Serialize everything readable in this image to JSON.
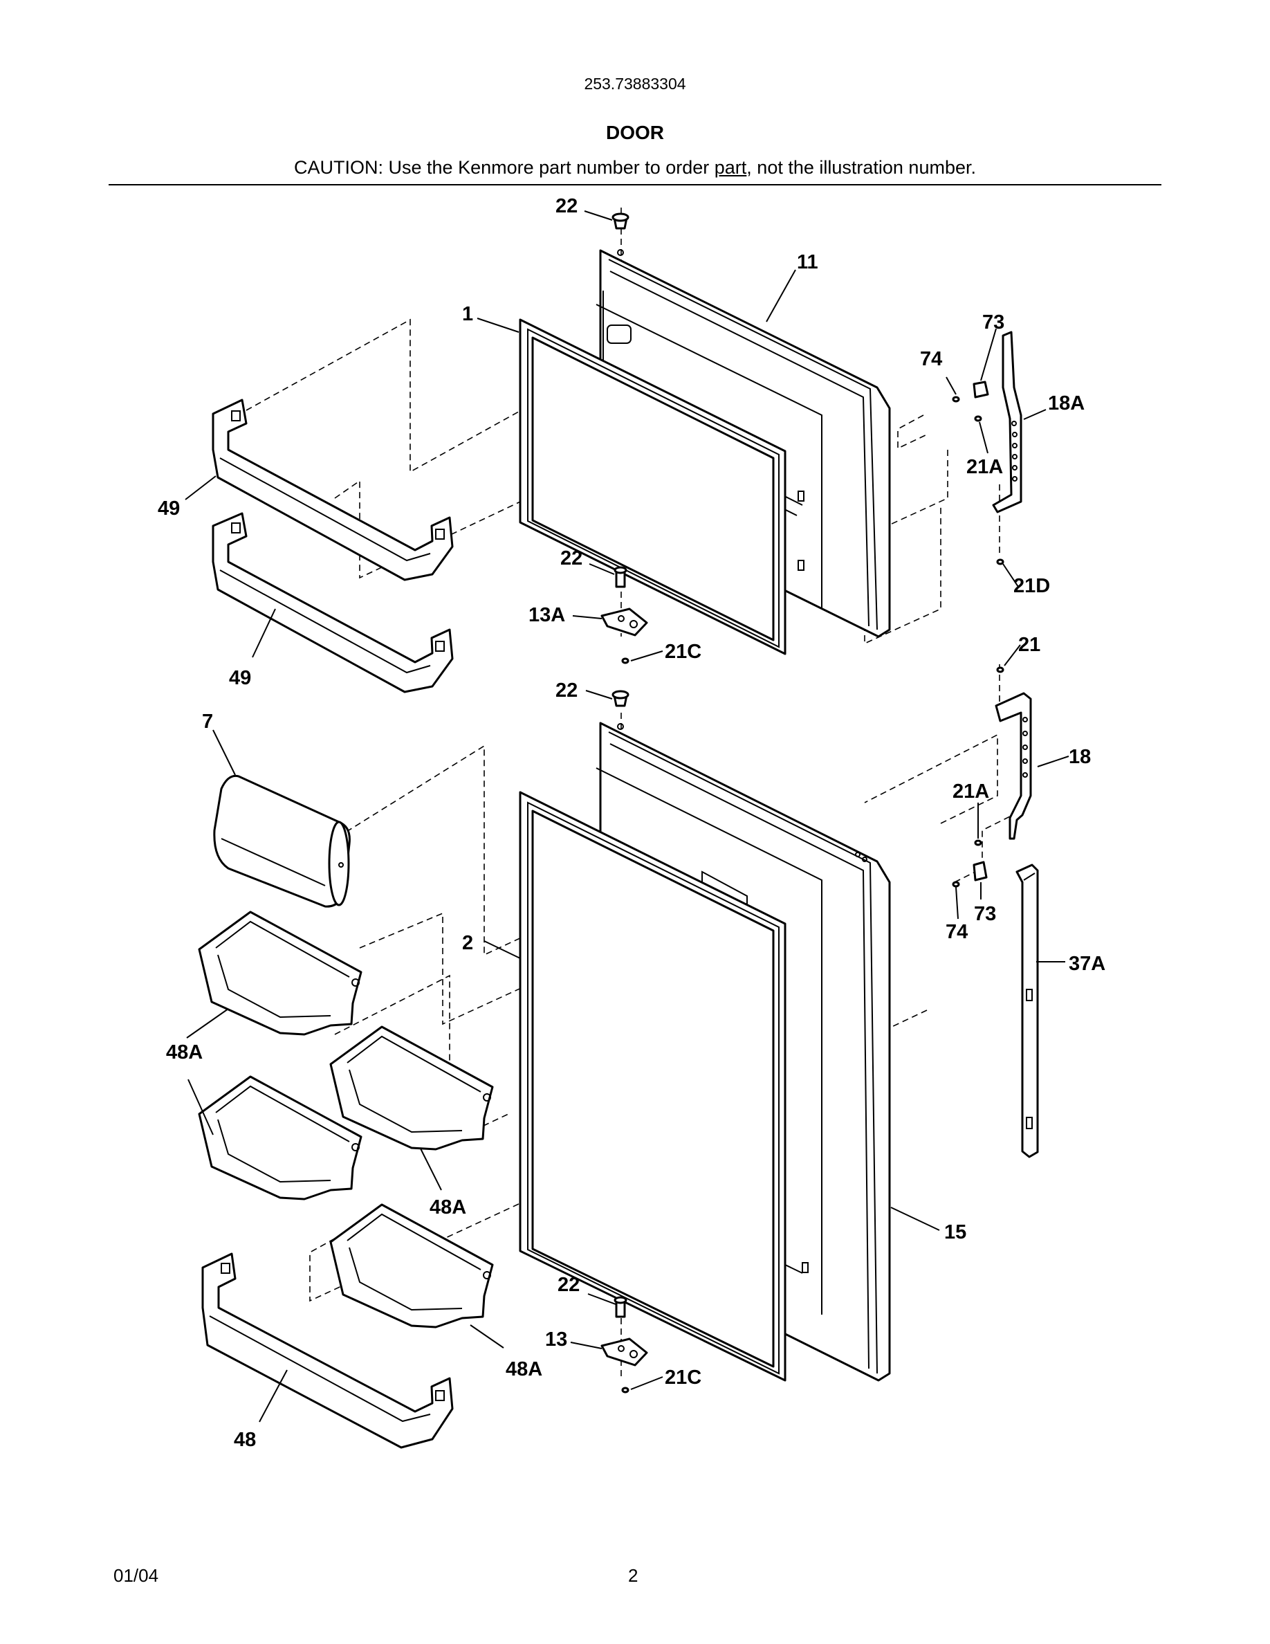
{
  "header": {
    "model_number": "253.73883304",
    "section_title": "DOOR",
    "caution_prefix": "CAUTION: Use the Kenmore part number to order ",
    "caution_underlined": "part",
    "caution_suffix": ", not the illustration number."
  },
  "diagram": {
    "callouts": {
      "c22_top": "22",
      "c11": "11",
      "c1": "1",
      "c73_top": "73",
      "c74_top": "74",
      "c18A": "18A",
      "c21A_top": "21A",
      "c49_a": "49",
      "c49_b": "49",
      "c22_mid": "22",
      "c13A": "13A",
      "c21C_top": "21C",
      "c21D": "21D",
      "c21": "21",
      "c22_lower": "22",
      "c7": "7",
      "c18": "18",
      "c21A_low": "21A",
      "c73_low": "73",
      "c74_low": "74",
      "c37A": "37A",
      "c2": "2",
      "c48A_a": "48A",
      "c48A_b": "48A",
      "c48A_c": "48A",
      "c15": "15",
      "c22_bottom": "22",
      "c13": "13",
      "c21C_bottom": "21C",
      "c48": "48"
    }
  },
  "footer": {
    "date": "01/04",
    "page_number": "2"
  }
}
